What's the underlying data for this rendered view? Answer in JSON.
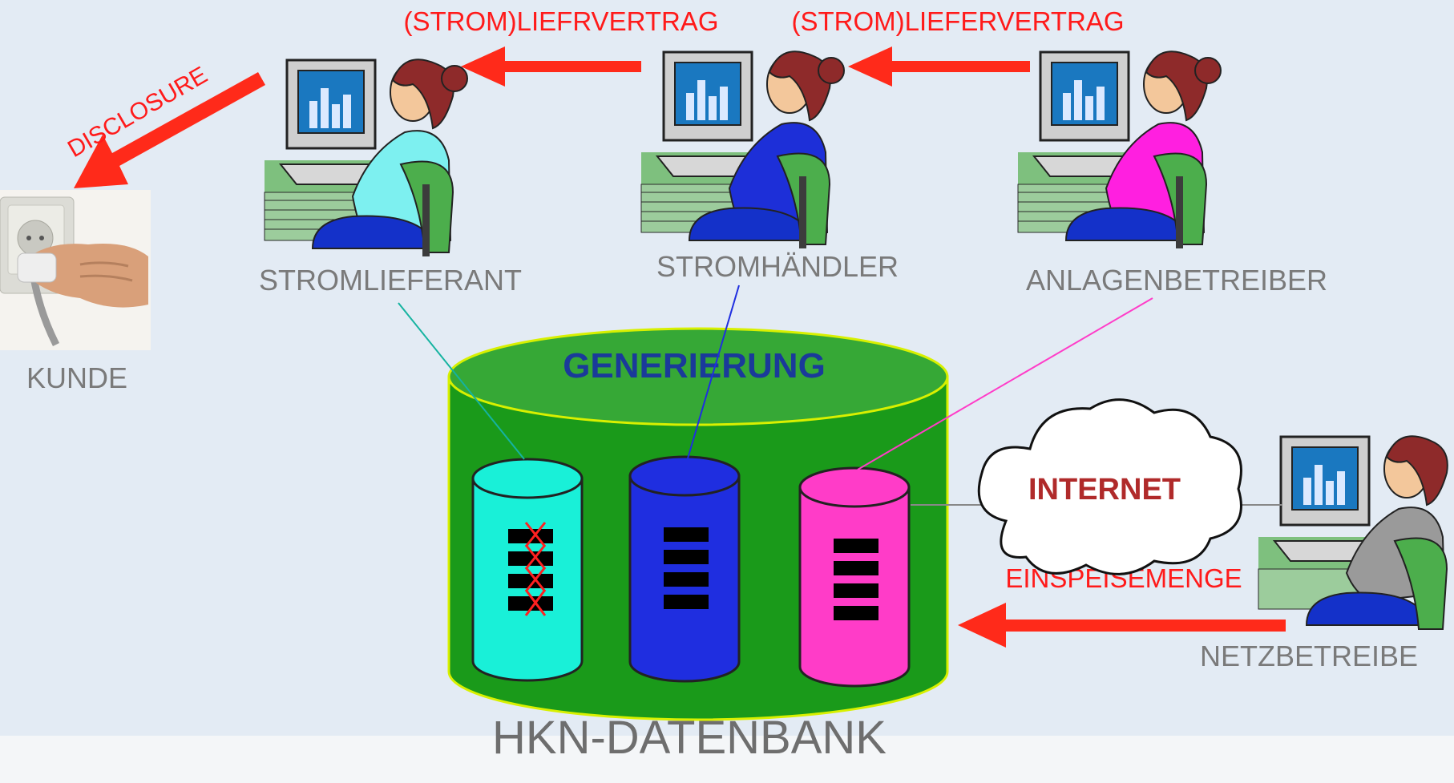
{
  "arrows": {
    "contract_1": "(STROM)LIEFRVERTRAG",
    "contract_2": "(STROM)LIEFERVERTRAG",
    "disclosure": "DISCLOSURE",
    "feed_in": "EINSPEISEMENGE"
  },
  "actors": {
    "customer": "KUNDE",
    "supplier": "STROMLIEFERANT",
    "trader": "STROMHÄNDLER",
    "plant_operator": "ANLAGENBETREIBER",
    "grid_operator": "NETZBETREIBE"
  },
  "database": {
    "title": "HKN-DATENBANK",
    "top_label": "GENERIERUNG"
  },
  "cloud_label": "INTERNET",
  "colors": {
    "arrow": "#ff2a1a",
    "db_outer": "#1f9e1f",
    "db_top": "#33a633",
    "cyl_supplier": "#19f0d8",
    "cyl_trader": "#1f2ee0",
    "cyl_plant": "#ff3cc8",
    "label_grey": "#7a7a7a",
    "label_blue": "#1a3a9a",
    "label_red": "#c22020"
  }
}
